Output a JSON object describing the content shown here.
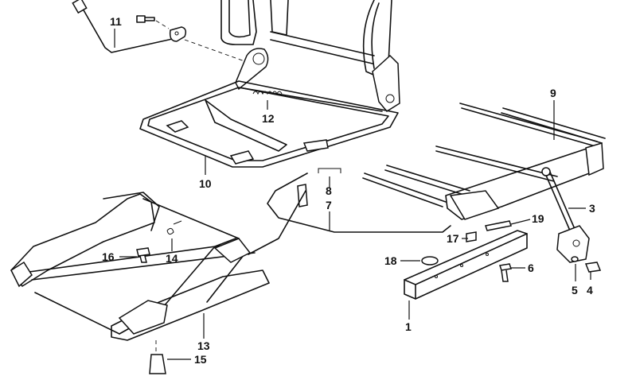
{
  "diagram": {
    "type": "exploded-parts-view",
    "callouts": [
      {
        "id": "11",
        "text": "11"
      },
      {
        "id": "12",
        "text": "12"
      },
      {
        "id": "10",
        "text": "10"
      },
      {
        "id": "9",
        "text": "9"
      },
      {
        "id": "8",
        "text": "8"
      },
      {
        "id": "7",
        "text": "7"
      },
      {
        "id": "3",
        "text": "3"
      },
      {
        "id": "19",
        "text": "19"
      },
      {
        "id": "17",
        "text": "17"
      },
      {
        "id": "18",
        "text": "18"
      },
      {
        "id": "6",
        "text": "6"
      },
      {
        "id": "5",
        "text": "5"
      },
      {
        "id": "4",
        "text": "4"
      },
      {
        "id": "1",
        "text": "1"
      },
      {
        "id": "16",
        "text": "16"
      },
      {
        "id": "14",
        "text": "14"
      },
      {
        "id": "13",
        "text": "13"
      },
      {
        "id": "15",
        "text": "15"
      }
    ]
  }
}
